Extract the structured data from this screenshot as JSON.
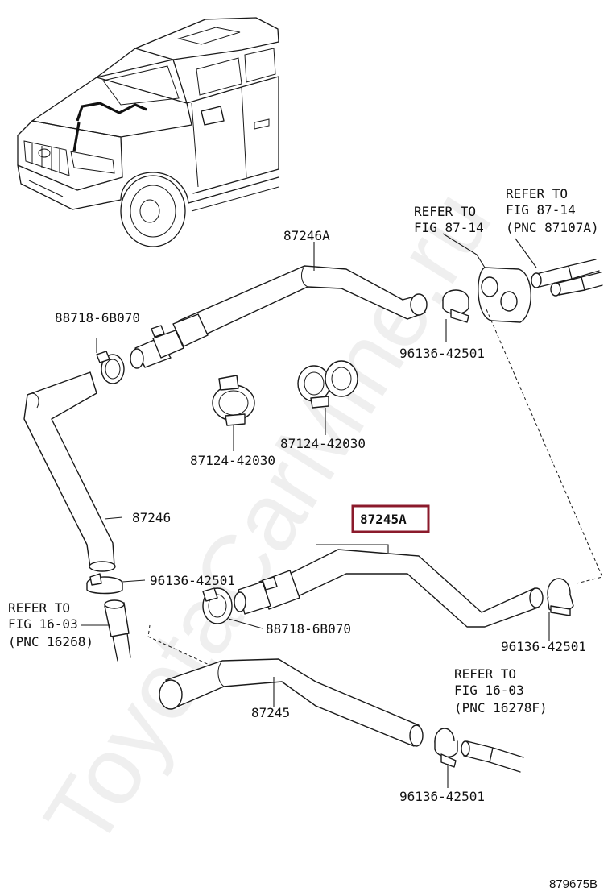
{
  "diagram": {
    "watermark": "ToyotaCarMine.ru",
    "figure_code": "879675B",
    "labels": {
      "part_87246A": "87246A",
      "part_87246": "87246",
      "part_87245A": "87245A",
      "part_87245": "87245",
      "clamp_88718_top": "88718-6B070",
      "clamp_88718_bottom": "88718-6B070",
      "clip_87124_left": "87124-42030",
      "clip_87124_right": "87124-42030",
      "clamp_96136_topright": "96136-42501",
      "clamp_96136_midleft": "96136-42501",
      "clamp_96136_midright": "96136-42501",
      "clamp_96136_bottom": "96136-42501"
    },
    "references": {
      "ref_top_mid": {
        "line1": "REFER TO",
        "line2": "FIG 87-14"
      },
      "ref_top_right": {
        "line1": "REFER TO",
        "line2": "FIG 87-14",
        "line3": "(PNC 87107A)"
      },
      "ref_left": {
        "line1": "REFER TO",
        "line2": "FIG 16-03",
        "line3": "(PNC 16268)"
      },
      "ref_bottom_right": {
        "line1": "REFER TO",
        "line2": "FIG 16-03",
        "line3": "(PNC 16278F)"
      }
    },
    "highlighted_part": "87245A",
    "highlight_color": "#8b1a2b"
  }
}
